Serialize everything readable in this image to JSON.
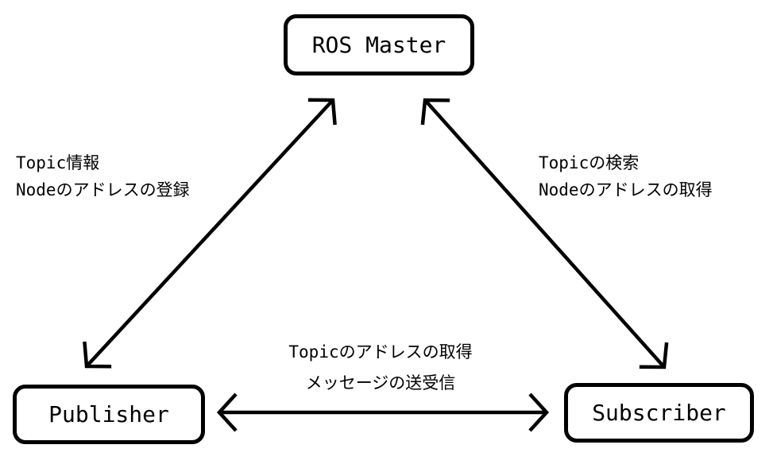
{
  "diagram": {
    "nodes": {
      "ros_master": {
        "label": "ROS Master"
      },
      "publisher": {
        "label": "Publisher"
      },
      "subscriber": {
        "label": "Subscriber"
      }
    },
    "edges": {
      "publisher_to_master": {
        "from": "Publisher",
        "to": "ROS Master",
        "style": "double-headed-arrow",
        "lines": [
          "Topic情報",
          "Nodeのアドレスの登録"
        ]
      },
      "subscriber_to_master": {
        "from": "Subscriber",
        "to": "ROS Master",
        "style": "double-headed-arrow",
        "lines": [
          "Topicの検索",
          "Nodeのアドレスの取得"
        ]
      },
      "publisher_to_subscriber": {
        "from": "Publisher",
        "to": "Subscriber",
        "style": "double-headed-arrow",
        "lines": [
          "Topicのアドレスの取得",
          "メッセージの送受信"
        ]
      }
    },
    "colors": {
      "stroke": "#000000",
      "background": "#ffffff",
      "text": "#000000"
    }
  }
}
